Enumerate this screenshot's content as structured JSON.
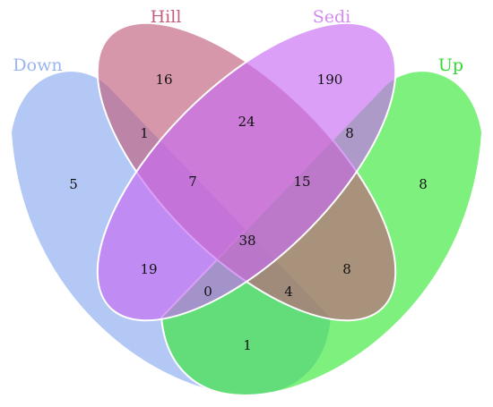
{
  "sets": [
    {
      "key": "down",
      "label": "Down",
      "color": "#8aaaf0",
      "label_color": "#9ab4f2"
    },
    {
      "key": "hill",
      "label": "Hill",
      "color": "#c2607d",
      "label_color": "#c2607d"
    },
    {
      "key": "sedi",
      "label": "Sedi",
      "color": "#c76cf2",
      "label_color": "#d48af5"
    },
    {
      "key": "up",
      "label": "Up",
      "color": "#38e838",
      "label_color": "#33d933"
    }
  ],
  "regions": [
    {
      "sets": [
        "down"
      ],
      "value": "5"
    },
    {
      "sets": [
        "hill"
      ],
      "value": "16"
    },
    {
      "sets": [
        "sedi"
      ],
      "value": "190"
    },
    {
      "sets": [
        "up"
      ],
      "value": "8"
    },
    {
      "sets": [
        "down",
        "hill"
      ],
      "value": "1"
    },
    {
      "sets": [
        "hill",
        "sedi"
      ],
      "value": "24"
    },
    {
      "sets": [
        "sedi",
        "up"
      ],
      "value": "8"
    },
    {
      "sets": [
        "down",
        "hill",
        "sedi"
      ],
      "value": "7"
    },
    {
      "sets": [
        "hill",
        "sedi",
        "up"
      ],
      "value": "15"
    },
    {
      "sets": [
        "down",
        "hill",
        "sedi",
        "up"
      ],
      "value": "38"
    },
    {
      "sets": [
        "down",
        "sedi"
      ],
      "value": "19"
    },
    {
      "sets": [
        "hill",
        "up"
      ],
      "value": "8"
    },
    {
      "sets": [
        "down",
        "sedi",
        "up"
      ],
      "value": "0"
    },
    {
      "sets": [
        "down",
        "hill",
        "up"
      ],
      "value": "4"
    },
    {
      "sets": [
        "down",
        "up"
      ],
      "value": "1"
    }
  ]
}
